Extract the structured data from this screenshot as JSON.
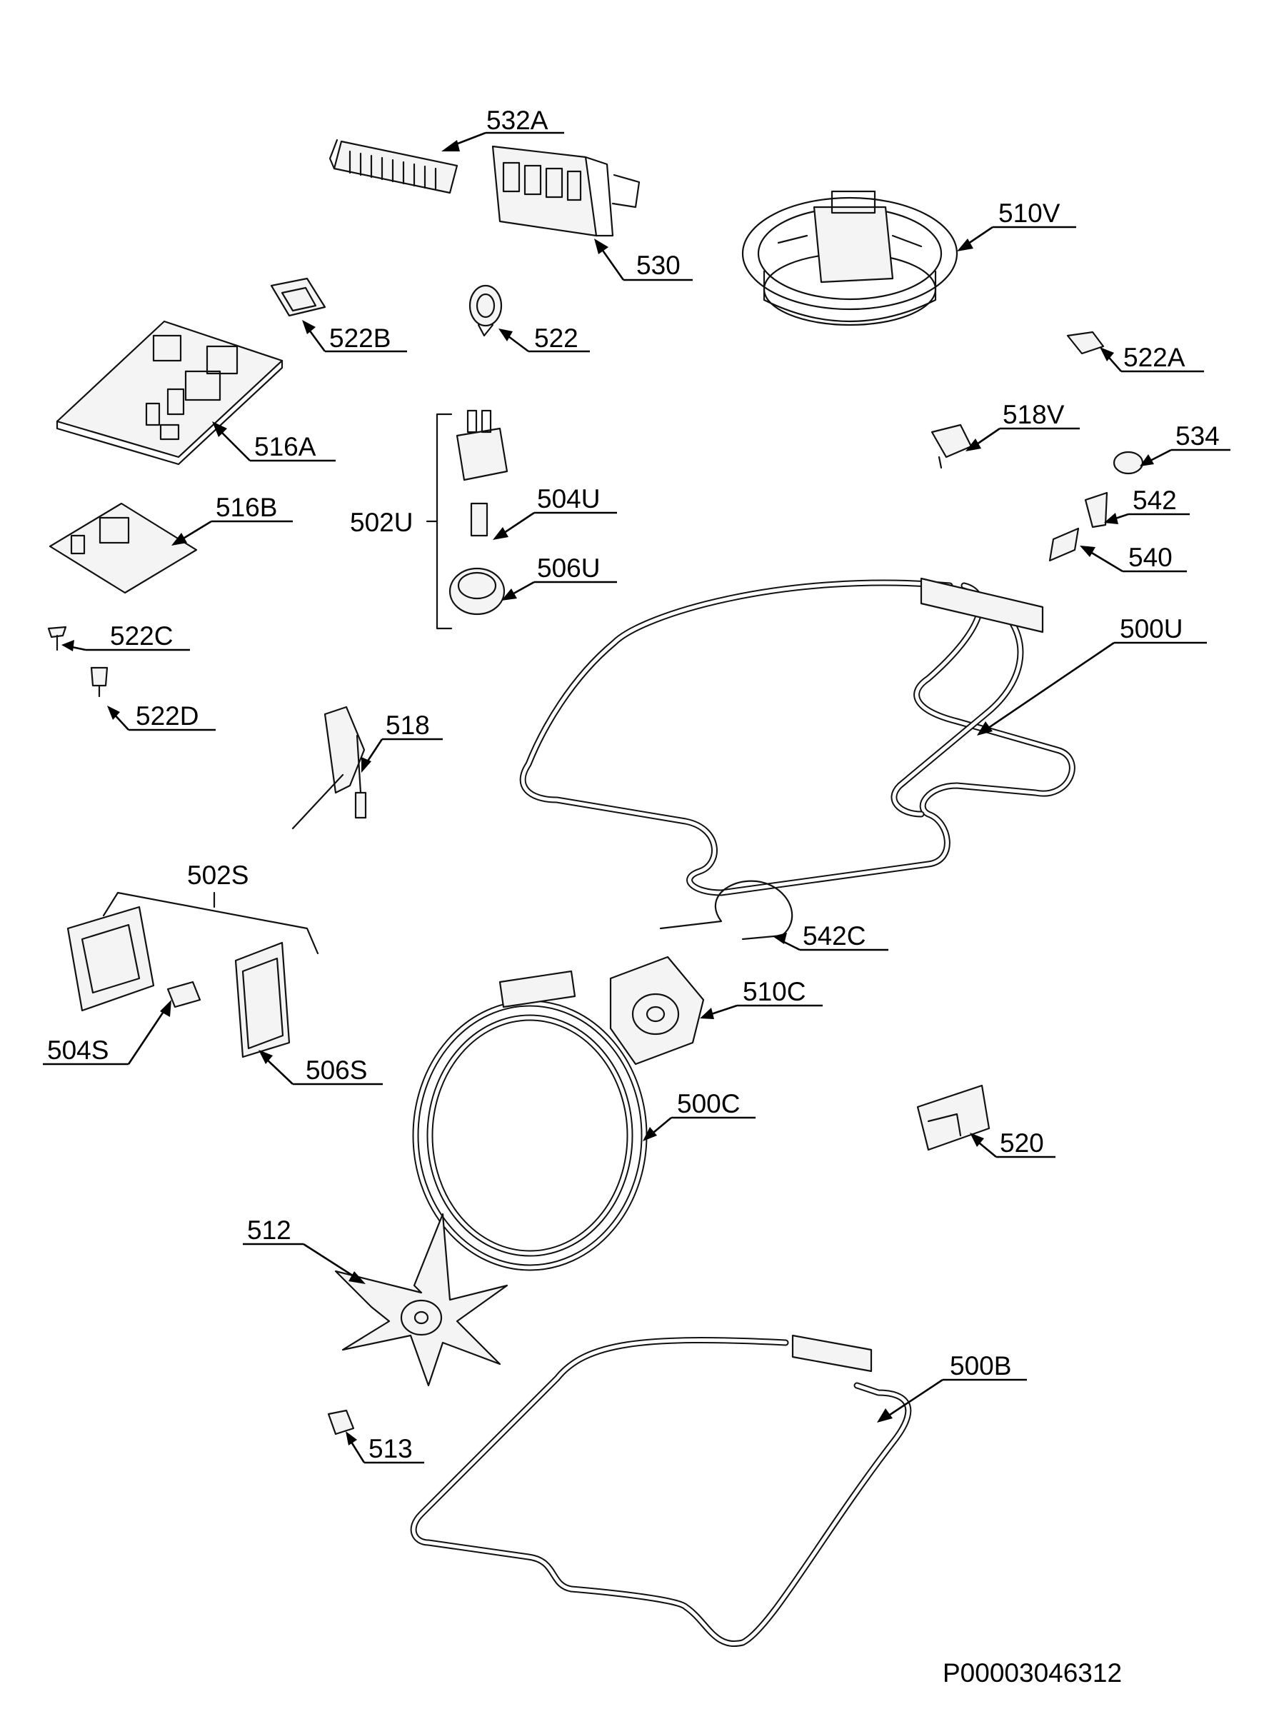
{
  "drawing_reference": "P00003046312",
  "labels": [
    {
      "id": "532A",
      "text": "532A"
    },
    {
      "id": "530",
      "text": "530"
    },
    {
      "id": "510V",
      "text": "510V"
    },
    {
      "id": "522B",
      "text": "522B"
    },
    {
      "id": "522",
      "text": "522"
    },
    {
      "id": "522A",
      "text": "522A"
    },
    {
      "id": "516A",
      "text": "516A"
    },
    {
      "id": "518V",
      "text": "518V"
    },
    {
      "id": "534",
      "text": "534"
    },
    {
      "id": "502U",
      "text": "502U"
    },
    {
      "id": "504U",
      "text": "504U"
    },
    {
      "id": "542",
      "text": "542"
    },
    {
      "id": "516B",
      "text": "516B"
    },
    {
      "id": "540",
      "text": "540"
    },
    {
      "id": "506U",
      "text": "506U"
    },
    {
      "id": "522C",
      "text": "522C"
    },
    {
      "id": "500U",
      "text": "500U"
    },
    {
      "id": "522D",
      "text": "522D"
    },
    {
      "id": "518",
      "text": "518"
    },
    {
      "id": "502S",
      "text": "502S"
    },
    {
      "id": "542C",
      "text": "542C"
    },
    {
      "id": "510C",
      "text": "510C"
    },
    {
      "id": "504S",
      "text": "504S"
    },
    {
      "id": "506S",
      "text": "506S"
    },
    {
      "id": "500C",
      "text": "500C"
    },
    {
      "id": "520",
      "text": "520"
    },
    {
      "id": "512",
      "text": "512"
    },
    {
      "id": "500B",
      "text": "500B"
    },
    {
      "id": "513",
      "text": "513"
    }
  ]
}
